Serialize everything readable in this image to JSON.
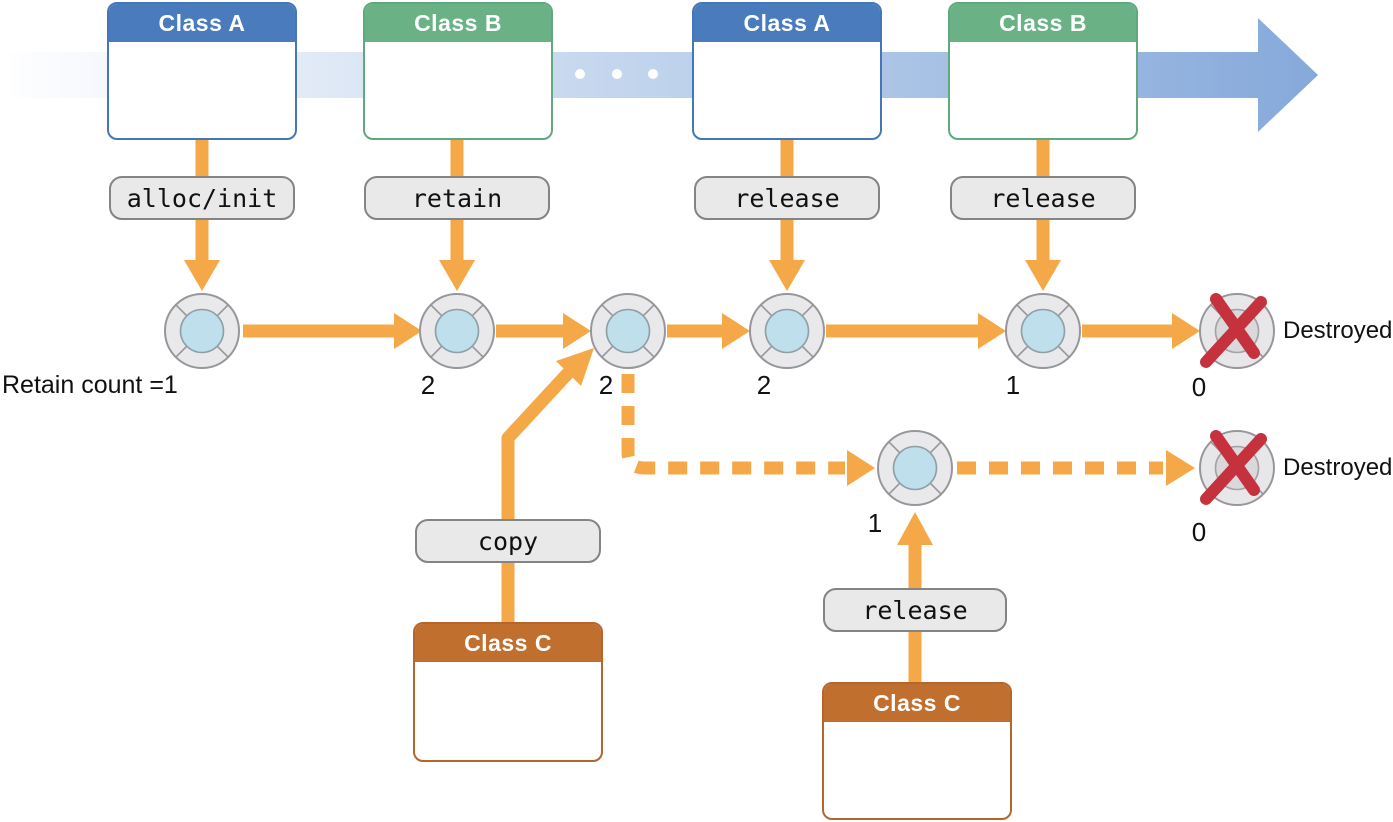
{
  "boxes": [
    {
      "id": "class-a-1",
      "label": "Class A",
      "color": "#4a7cbd"
    },
    {
      "id": "class-b-1",
      "label": "Class B",
      "color": "#6bb186"
    },
    {
      "id": "class-a-2",
      "label": "Class A",
      "color": "#4a7cbd"
    },
    {
      "id": "class-b-2",
      "label": "Class B",
      "color": "#6bb186"
    },
    {
      "id": "class-c-1",
      "label": "Class C",
      "color": "#c06f2e"
    },
    {
      "id": "class-c-2",
      "label": "Class C",
      "color": "#c06f2e"
    }
  ],
  "operations": [
    {
      "id": "op-alloc-init",
      "label": "alloc/init"
    },
    {
      "id": "op-retain",
      "label": "retain"
    },
    {
      "id": "op-release-1",
      "label": "release"
    },
    {
      "id": "op-release-2",
      "label": "release"
    },
    {
      "id": "op-copy",
      "label": "copy"
    },
    {
      "id": "op-release-copy",
      "label": "release"
    }
  ],
  "retain_counts": {
    "initial_label": "Retain count =1",
    "after_retain": "2",
    "at_copy_point": "2",
    "before_first_release": "2",
    "after_first_release": "1",
    "after_second_release": "0",
    "copy_object": "1",
    "copy_after_release": "0"
  },
  "destroyed_markers": [
    {
      "label": "Destroyed"
    },
    {
      "label": "Destroyed"
    }
  ],
  "timeline": {
    "ellipsis_dot_count": 3
  },
  "colors": {
    "class_a_blue": "#4a7cbd",
    "class_b_green": "#6bb186",
    "class_c_orange": "#c06f2e",
    "arrow_orange": "#f5a847",
    "timeline_blue_end": "#86a9da",
    "op_label_bg": "#e9e9e9",
    "object_ring_gray": "#e9e9eb",
    "object_core_blue": "#bfdfec",
    "destroyed_core_gray": "#d9d9db",
    "destroyed_x_red": "#c5323e"
  }
}
